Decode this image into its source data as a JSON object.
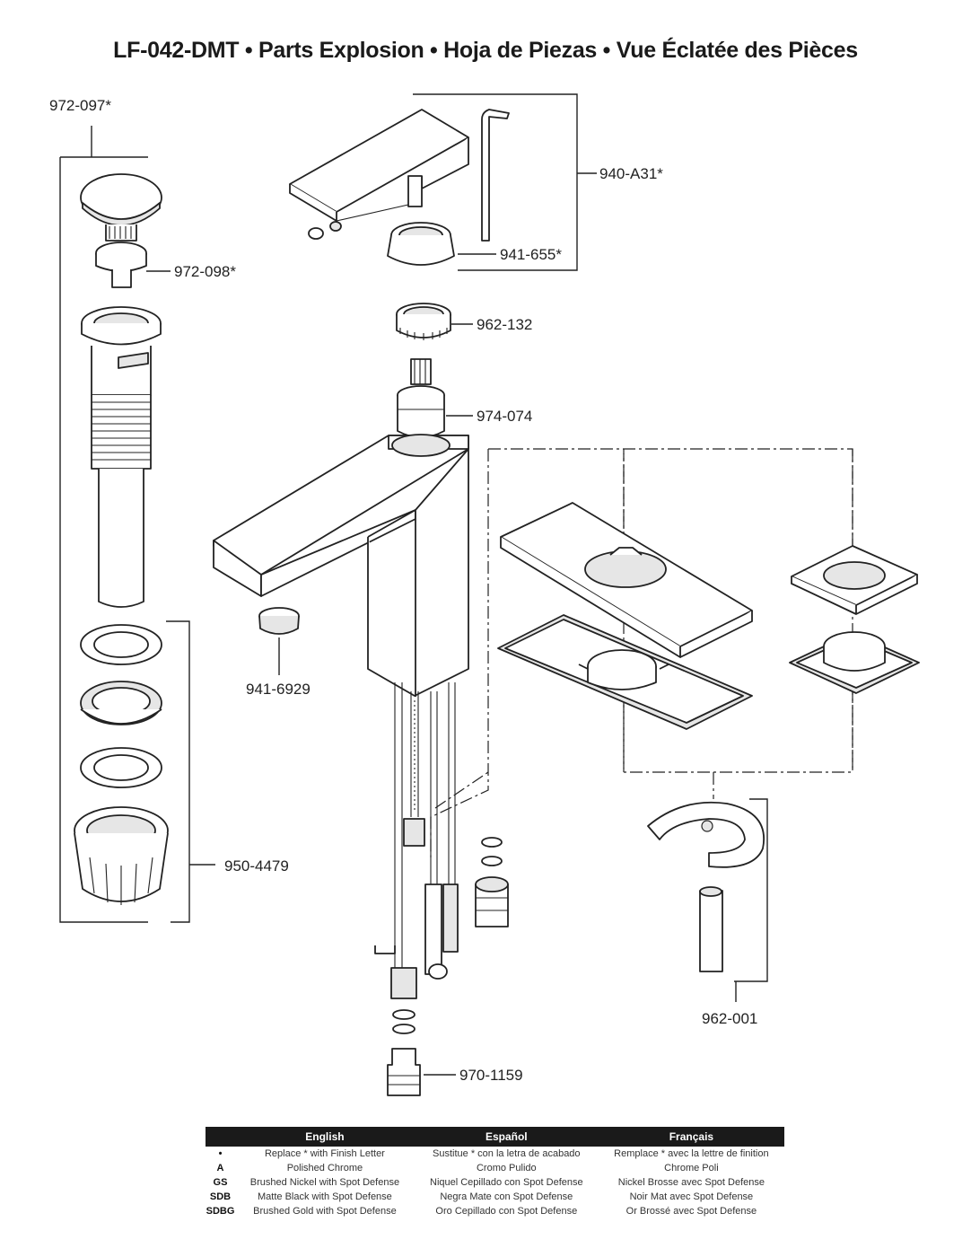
{
  "title": "LF-042-DMT  •  Parts Explosion  •  Hoja de Piezas  •  Vue Éclatée des Pièces",
  "parts": {
    "p972_097": "972-097*",
    "p972_098": "972-098*",
    "p940_A31": "940-A31*",
    "p941_655": "941-655*",
    "p962_132": "962-132",
    "p974_074": "974-074",
    "p941_6929": "941-6929",
    "p950_4479": "950-4479",
    "p962_001": "962-001",
    "p970_1159": "970-1159"
  },
  "legend": {
    "headers": [
      "English",
      "Español",
      "Français"
    ],
    "rows": [
      {
        "code": "•",
        "en": "Replace * with Finish Letter",
        "es": "Sustitue * con la letra de acabado",
        "fr": "Remplace * avec la lettre de finition"
      },
      {
        "code": "A",
        "en": "Polished Chrome",
        "es": "Cromo Pulido",
        "fr": "Chrome Poli"
      },
      {
        "code": "GS",
        "en": "Brushed Nickel with Spot Defense",
        "es": "Niquel Cepillado con Spot Defense",
        "fr": "Nickel Brosse avec Spot Defense"
      },
      {
        "code": "SDB",
        "en": "Matte Black with Spot Defense",
        "es": "Negra Mate con Spot Defense",
        "fr": "Noir Mat avec Spot Defense"
      },
      {
        "code": "SDBG",
        "en": "Brushed Gold with Spot Defense",
        "es": "Oro Cepillado con Spot Defense",
        "fr": "Or Brossé avec Spot Defense"
      }
    ]
  }
}
